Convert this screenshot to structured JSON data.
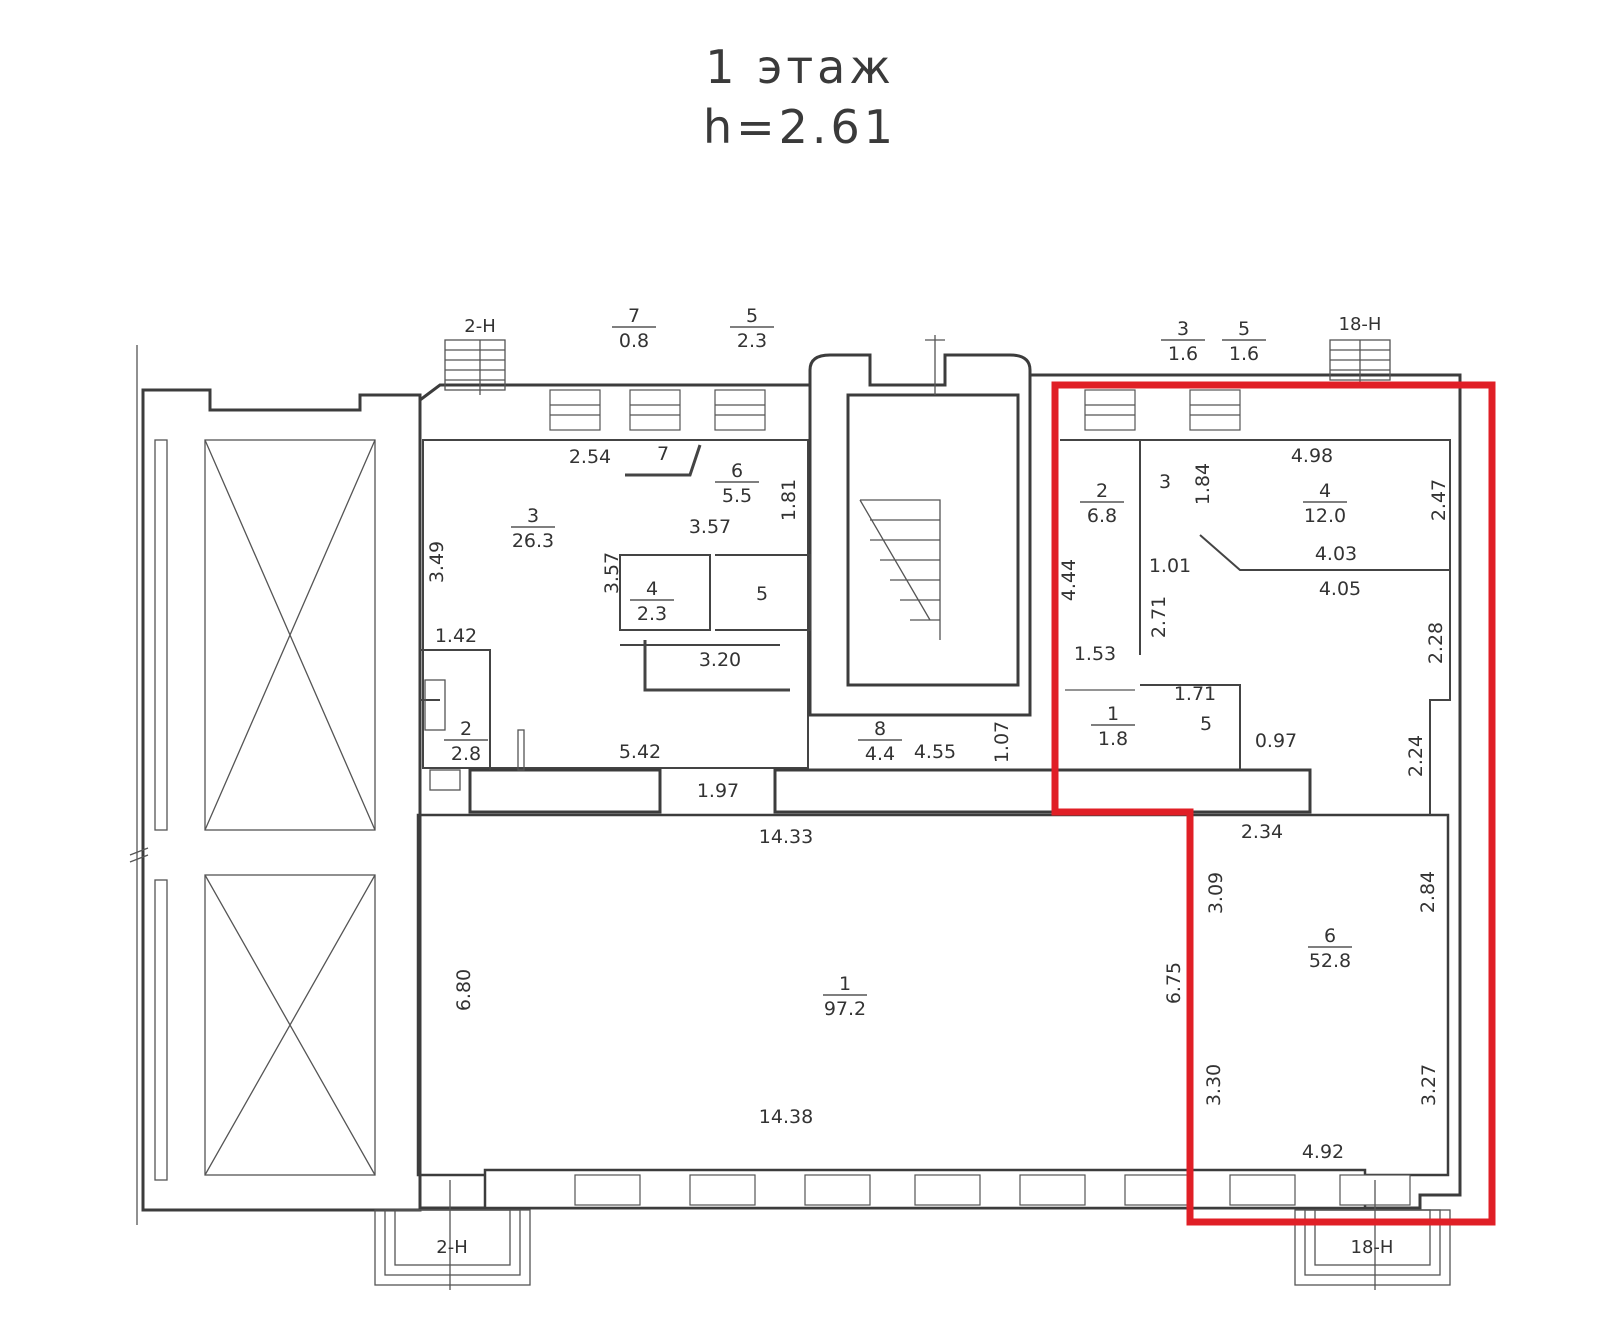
{
  "header": {
    "floor_title": "1 этаж",
    "floor_height": "h=2.61"
  },
  "entrances": [
    "2-Н",
    "18-Н",
    "2-Н",
    "18-Н"
  ],
  "dims": [
    "2.54",
    "1.81",
    "3.57",
    "3.57",
    "3.49",
    "1.42",
    "3.20",
    "5.42",
    "4.55",
    "1.07",
    "1.97",
    "14.33",
    "6.80",
    "14.38",
    "4.44",
    "1.84",
    "4.98",
    "2.47",
    "1.01",
    "4.03",
    "4.05",
    "2.71",
    "1.53",
    "2.28",
    "1.71",
    "0.97",
    "2.24",
    "2.34",
    "3.09",
    "2.84",
    "6.75",
    "3.30",
    "3.27",
    "4.92"
  ],
  "rooms": [
    {
      "num": "7",
      "area": "0.8"
    },
    {
      "num": "5",
      "area": "2.3"
    },
    {
      "num": "3",
      "area": "1.6"
    },
    {
      "num": "5",
      "area": "1.6"
    },
    {
      "num": "7",
      "area": ""
    },
    {
      "num": "6",
      "area": "5.5"
    },
    {
      "num": "3",
      "area": "26.3"
    },
    {
      "num": "4",
      "area": "2.3"
    },
    {
      "num": "5",
      "area": ""
    },
    {
      "num": "2",
      "area": "2.8"
    },
    {
      "num": "8",
      "area": "4.4"
    },
    {
      "num": "1",
      "area": "97.2"
    },
    {
      "num": "2",
      "area": "6.8"
    },
    {
      "num": "3",
      "area": ""
    },
    {
      "num": "4",
      "area": "12.0"
    },
    {
      "num": "1",
      "area": "1.8"
    },
    {
      "num": "5",
      "area": ""
    },
    {
      "num": "6",
      "area": "52.8"
    }
  ],
  "colors": {
    "highlight": "#e01f26",
    "wall": "#3c3c3c",
    "background": "#ffffff"
  }
}
